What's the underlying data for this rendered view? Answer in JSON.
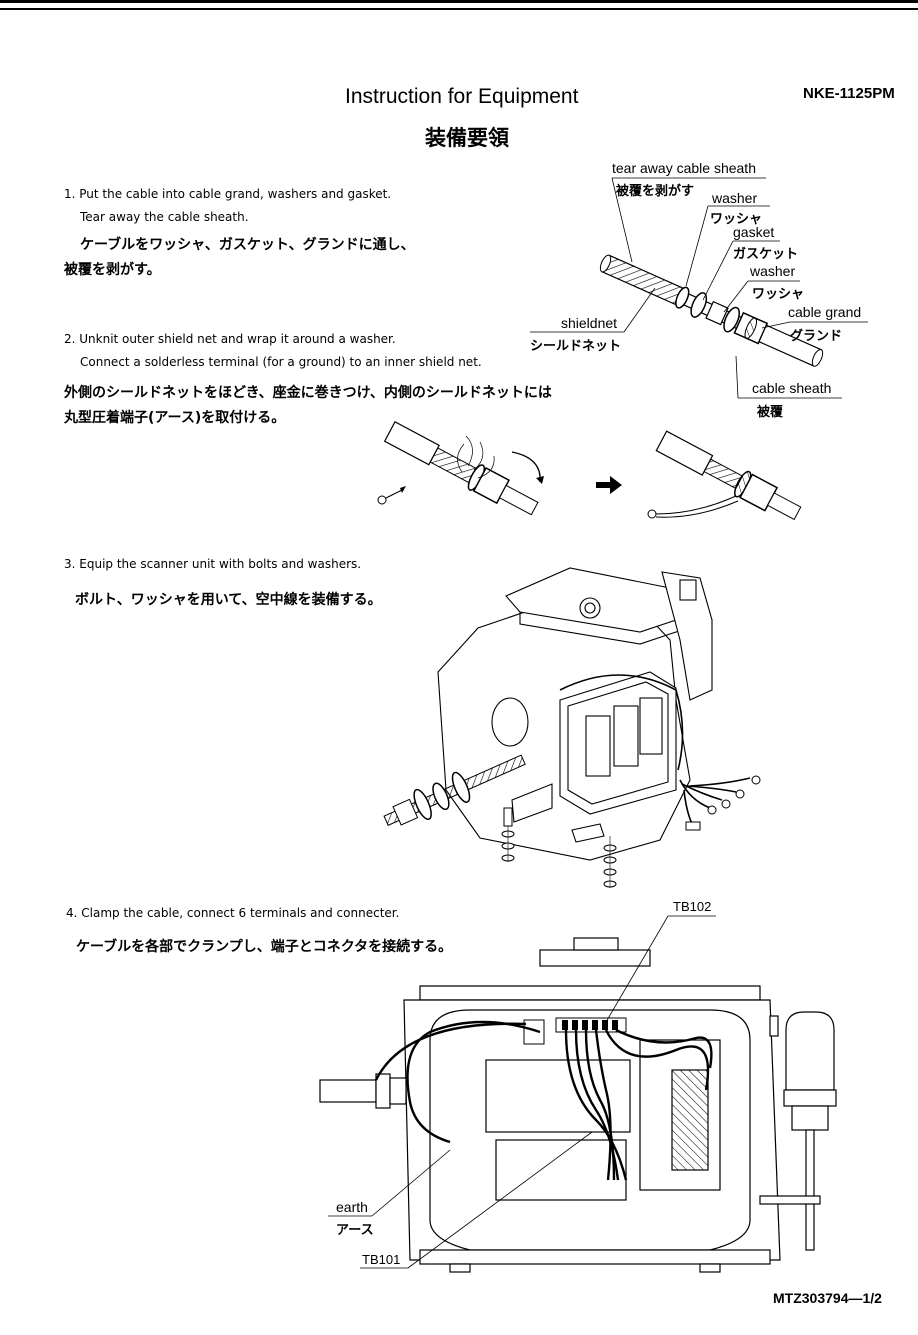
{
  "header": {
    "title": "Instruction for Equipment",
    "title_ja": "装備要領",
    "model": "NKE-1125PM"
  },
  "steps": [
    {
      "en1": "1. Put the cable into cable grand, washers and gasket.",
      "en2": "Tear away the cable sheath.",
      "ja1": "ケーブルをワッシャ、ガスケット、グランドに通し、",
      "ja2": "被覆を剥がす。"
    },
    {
      "en1": "2. Unknit outer shield net and wrap it around a washer.",
      "en2": "Connect a solderless terminal (for a ground) to an inner shield net.",
      "ja1": "外側のシールドネットをほどき、座金に巻きつけ、内側のシールドネットには",
      "ja2": "丸型圧着端子(アース)を取付ける。"
    },
    {
      "en1": "3. Equip the scanner unit with bolts and washers.",
      "ja1": "ボルト、ワッシャを用いて、空中線を装備する。"
    },
    {
      "en1": "4. Clamp the cable, connect 6 terminals and connecter.",
      "ja1": "ケーブルを各部でクランプし、端子とコネクタを接続する。"
    }
  ],
  "callouts": {
    "tear_away": "tear away cable sheath",
    "tear_away_ja": "被覆を剥がす",
    "washer1": "washer",
    "washer1_ja": "ワッシャ",
    "gasket": "gasket",
    "gasket_ja": "ガスケット",
    "washer2": "washer",
    "washer2_ja": "ワッシャ",
    "cable_grand": "cable grand",
    "cable_grand_ja": "グランド",
    "shieldnet": "shieldnet",
    "shieldnet_ja": "シールドネット",
    "cable_sheath": "cable sheath",
    "cable_sheath_ja": "被覆",
    "tb102": "TB102",
    "earth": "earth",
    "earth_ja": "アース",
    "tb101": "TB101"
  },
  "footer": {
    "doc_number": "MTZ303794—1/2"
  }
}
